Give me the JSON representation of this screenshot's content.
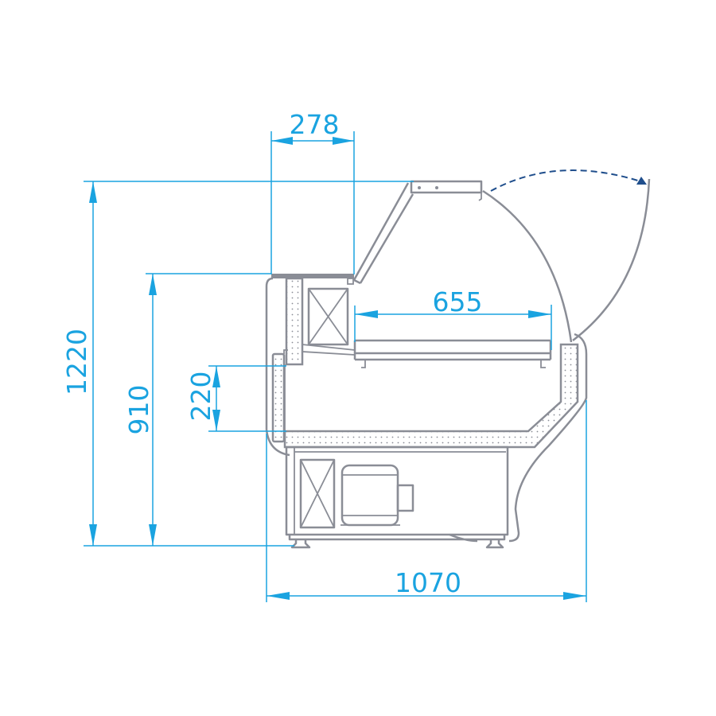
{
  "diagram": {
    "title": "Refrigerated display counter side view",
    "dimensions": {
      "counter_depth": "278",
      "total_height": "1220",
      "counter_height": "910",
      "well_depth": "220",
      "display_depth": "655",
      "total_width": "1070"
    },
    "colors": {
      "dimension": "#1aa3e0",
      "outline": "#8a8d96",
      "door_swing": "#1f4e8c"
    }
  }
}
